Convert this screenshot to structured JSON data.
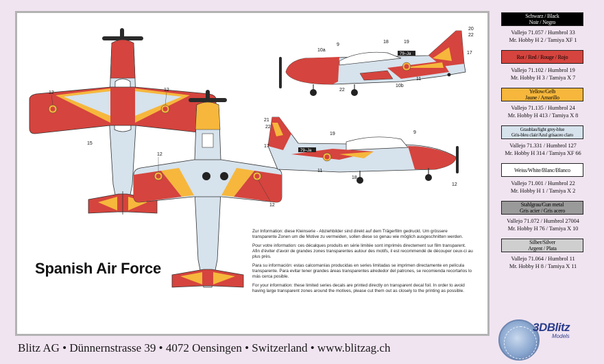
{
  "title": "Spanish Air Force",
  "footer": "Blitz AG • Dünnernstrasse 39 • 4072 Oensingen • Switzerland • www.blitzag.ch",
  "info": [
    "Zur Information: diese Kleinserie - Abziehbilder sind direkt auf dem Trägerfilm gedruckt. Um grössere transparente Zonen um die Motive zu vermeiden, sollen diese so genau wie möglich ausgeschnitten werden.",
    "Pour votre information: ces décalques produits en série limitée sont imprimés directement sur film transparent. Afin d'éviter d'avoir de grandes zones transparentes autour des motifs, il est recommendé de découper ceux-ci au plus près.",
    "Para su información: estas calcomanías producidas en series limitadas se imprimen directamente en película transparente. Para evitar tener grandes áreas transparentes alrededor del patrones, se recomienda recortarlos lo más cerca posible.",
    "For your information: these limited series decals are printed directly on transparent decal foil. In order to avoid having large transparent zones around the motives, please cut them out as closely to the printing as possible."
  ],
  "callouts": {
    "top_view_12_left": "12",
    "top_view_12_right": "12",
    "top_view_15": "15",
    "bottom_view_12_left": "12",
    "bottom_view_12_right": "12",
    "side1_20": "20",
    "side1_22_top": "22",
    "side1_17": "17",
    "side1_18": "18",
    "side1_19": "19",
    "side1_9": "9",
    "side1_10a": "10a",
    "side1_10b": "10b",
    "side1_11": "11",
    "side1_22_bottom": "22",
    "side1_code": "79–Ja",
    "side2_21": "21",
    "side2_22": "22",
    "side2_17": "17",
    "side2_19": "19",
    "side2_9": "9",
    "side2_11": "11",
    "side2_18": "18",
    "side2_12": "12",
    "side2_code": "79–Ja"
  },
  "colors": [
    {
      "name": "Schwarz / Black\nNoir / Negro",
      "bg": "#000000",
      "fg": "#ffffff",
      "paint": "Vallejo 71.057 / Humbrol 33\nMr. Hobby H 2 / Tamiya XF 1"
    },
    {
      "name": "Rot / Red / Rouge / Rojo",
      "bg": "#d5443e",
      "fg": "#111111",
      "paint": "Vallejo 71.102 / Humbrol 19\nMr. Hobby H 3 / Tamiya X 7"
    },
    {
      "name": "Yellow/Gelb\nJaune / Amarillo",
      "bg": "#f6b73c",
      "fg": "#111111",
      "paint": "Vallejo 71.135 / Humbrol 24\nMr. Hobby H 413 / Tamiya X 8"
    },
    {
      "name": "Graublau/light grey-blue\nGris-bleu clair/Azul grisaceo claro",
      "bg": "#d6e2ec",
      "fg": "#111111",
      "paint": "Vallejo 71.331 / Humbrol 127\nMr. Hobby H 314 / Tamiya XF 66"
    },
    {
      "name": "Weiss/White/Blanc/Blanco",
      "bg": "#ffffff",
      "fg": "#111111",
      "paint": "Vallejo 71.001 / Humbrol 22\nMr. Hobby H 1 / Tamiya X 2"
    },
    {
      "name": "Stahlgrau/Gun metal\nGris acier / Gris acero",
      "bg": "#9a9a9a",
      "fg": "#111111",
      "paint": "Vallejo 71.072 / Humbrol 27004\nMr. Hobby H 76 / Tamiya X 10"
    },
    {
      "name": "Silber/Silver\nArgent / Plata",
      "bg": "#cfcfcf",
      "fg": "#111111",
      "paint": "Vallejo 71.064 / Humbrol 11\nMr. Hobby H 8 / Tamiya X 11"
    }
  ],
  "logo": {
    "brand": "3DBlitz",
    "sub": "Models"
  },
  "palette": {
    "red": "#d5443e",
    "yellow": "#f6b73c",
    "greyblue": "#d6e2ec",
    "frame": "#b3b3b3",
    "background": "#f1e4f1"
  }
}
